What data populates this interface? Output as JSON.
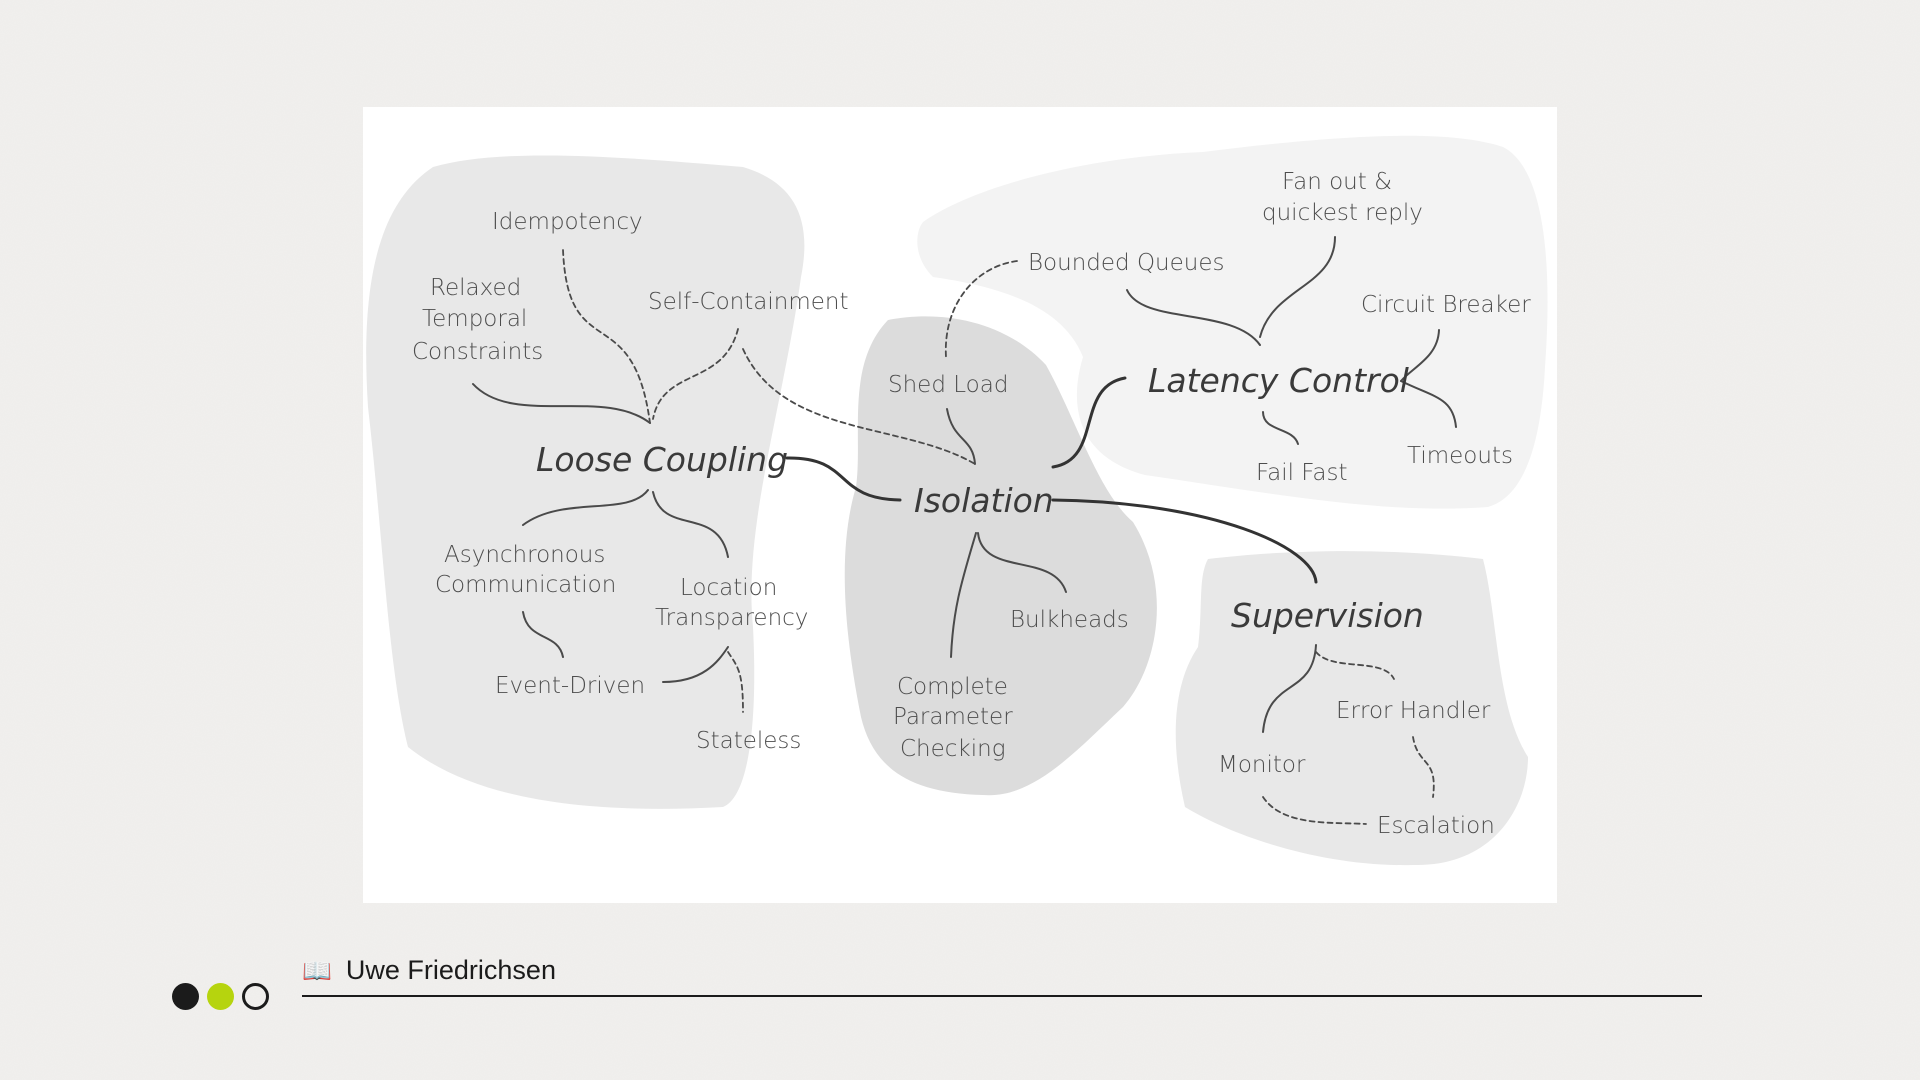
{
  "diagram": {
    "hubs": {
      "loose_coupling": "Loose Coupling",
      "isolation": "Isolation",
      "latency_control": "Latency Control",
      "supervision": "Supervision"
    },
    "loose_coupling": {
      "idempotency": "Idempotency",
      "relaxed_temporal_constraints": [
        "Relaxed",
        "Temporal",
        "Constraints"
      ],
      "self_containment": "Self-Containment",
      "asynchronous_communication": [
        "Asynchronous",
        "Communication"
      ],
      "location_transparency": [
        "Location",
        "Transparency"
      ],
      "event_driven": "Event-Driven",
      "stateless": "Stateless"
    },
    "isolation": {
      "shed_load": "Shed Load",
      "bulkheads": "Bulkheads",
      "complete_parameter_checking": [
        "Complete",
        "Parameter",
        "Checking"
      ]
    },
    "latency_control": {
      "fan_out": [
        "Fan out &",
        "quickest reply"
      ],
      "bounded_queues": "Bounded Queues",
      "circuit_breaker": "Circuit Breaker",
      "fail_fast": "Fail Fast",
      "timeouts": "Timeouts"
    },
    "supervision": {
      "error_handler": "Error Handler",
      "monitor": "Monitor",
      "escalation": "Escalation"
    }
  },
  "footer": {
    "book_icon": "book-icon",
    "author": "Uwe Friedrichsen",
    "dot_colors": [
      "#1b1b1b",
      "#b6d40e",
      "#ffffff"
    ]
  }
}
